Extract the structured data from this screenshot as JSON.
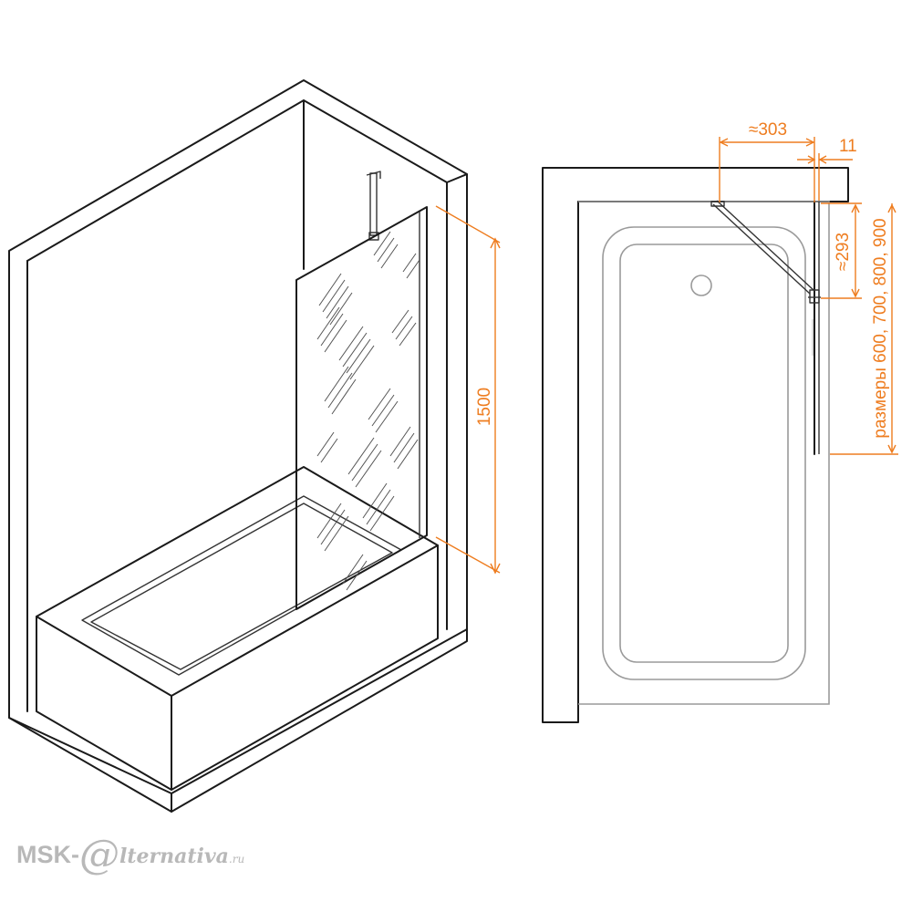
{
  "dimensions": {
    "panel_height": "1500",
    "mount_offset": "≈303",
    "profile_width": "11",
    "brace_depth": "≈293",
    "sizes": "размеры 600, 700, 800, 900"
  },
  "watermark": {
    "prefix": "MSK-",
    "at": "@",
    "suffix": "lternativa",
    "domain": ".ru"
  },
  "colors": {
    "dimension": "#ee7d20",
    "outline": "#1a1a1a",
    "bathtub": "#9a9a9a"
  }
}
